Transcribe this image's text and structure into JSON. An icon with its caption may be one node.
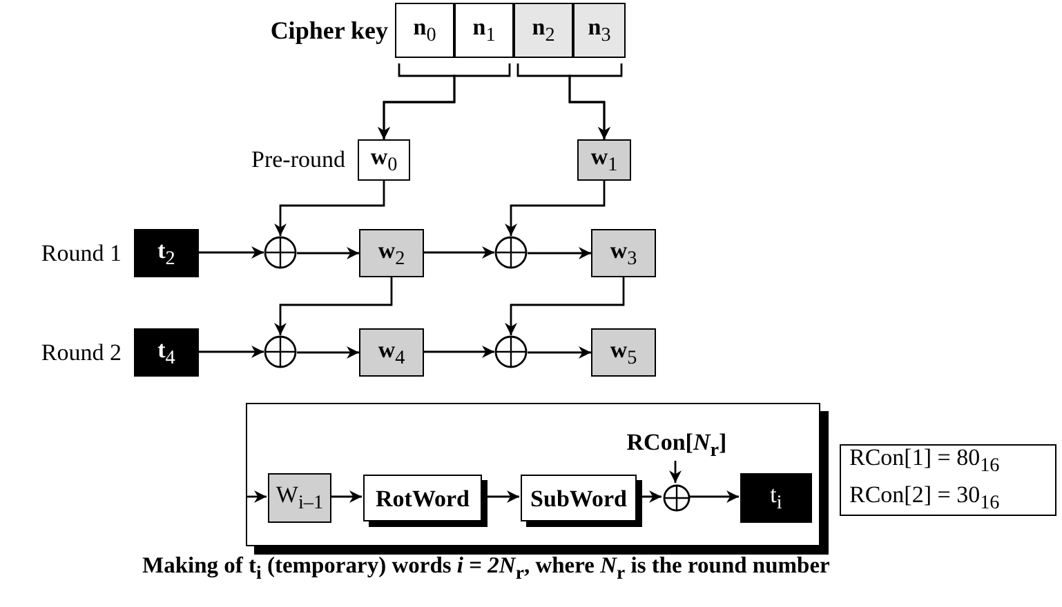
{
  "diagram": {
    "caption": "Making of t$_{i}$ (temporary) words *i* = *2N*$_{r}$, where *N*$_{r}$ is the round number",
    "nodes": [
      {
        "text": [
          "Cipher key"
        ]
      },
      {
        "text": [
          "**n**$_{0}$"
        ],
        "in": 0
      },
      {
        "text": [
          "**n**$_{1}$"
        ],
        "in": 0
      },
      {
        "text": [
          "**n**$_{2}$"
        ],
        "in": 0
      },
      {
        "text": [
          "**n**$_{3}$"
        ],
        "in": 0
      },
      {
        "text": [
          "**w**$_{0}$"
        ],
        "beside": [
          "Pre-round"
        ]
      },
      {
        "text": [
          "**w**$_{1}$"
        ]
      },
      {
        "text": [
          "**t**$_{2}$"
        ],
        "beside": [
          "Round 1"
        ]
      },
      {
        "text": [],
        "shape": "circle"
      },
      {
        "text": [
          "**w**$_{2}$"
        ]
      },
      {
        "text": [],
        "shape": "circle"
      },
      {
        "text": [
          "**w**$_{3}$"
        ]
      },
      {
        "text": [
          "**t**$_{4}$"
        ],
        "beside": [
          "Round 2"
        ]
      },
      {
        "text": [],
        "shape": "circle"
      },
      {
        "text": [
          "**w**$_{4}$"
        ]
      },
      {
        "text": [],
        "shape": "circle"
      },
      {
        "text": [
          "**w**$_{5}$"
        ]
      },
      {
        "text": [],
        "shape": "box"
      },
      {
        "text": [
          "W$_{i–1}$"
        ],
        "in": 17
      },
      {
        "text": [
          "RotWord"
        ],
        "in": 17
      },
      {
        "text": [
          "SubWord"
        ],
        "in": 17
      },
      {
        "text": [],
        "shape": "circle",
        "in": 17
      },
      {
        "text": [
          "t$_{i}$"
        ],
        "in": 17
      },
      {
        "text": [
          "RCon[*N*$_{r}$]"
        ],
        "in": 17
      },
      {
        "text": [
          "RCon[1] = 80$_{16}$",
          "RCon[2] = 30$_{16}$"
        ]
      }
    ],
    "edges": [
      {
        "from": 1,
        "to": 5,
        "arrow": "to"
      },
      {
        "from": 2,
        "to": 5,
        "arrow": "to"
      },
      {
        "from": 3,
        "to": 6,
        "arrow": "to"
      },
      {
        "from": 4,
        "to": 6,
        "arrow": "to"
      },
      {
        "from": 5,
        "to": 8,
        "arrow": "to"
      },
      {
        "from": 7,
        "to": 8,
        "arrow": "to"
      },
      {
        "from": 8,
        "to": 9,
        "arrow": "to"
      },
      {
        "from": 6,
        "to": 10,
        "arrow": "to"
      },
      {
        "from": 9,
        "to": 10,
        "arrow": "to"
      },
      {
        "from": 10,
        "to": 11,
        "arrow": "to"
      },
      {
        "from": 9,
        "to": 13,
        "arrow": "to"
      },
      {
        "from": 12,
        "to": 13,
        "arrow": "to"
      },
      {
        "from": 13,
        "to": 14,
        "arrow": "to"
      },
      {
        "from": 11,
        "to": 15,
        "arrow": "to"
      },
      {
        "from": 14,
        "to": 15,
        "arrow": "to"
      },
      {
        "from": 15,
        "to": 16,
        "arrow": "to"
      },
      {
        "from": null,
        "to": 18,
        "arrow": "to"
      },
      {
        "from": 18,
        "to": 19,
        "arrow": "to"
      },
      {
        "from": 19,
        "to": 20,
        "arrow": "to"
      },
      {
        "from": 20,
        "to": 21,
        "arrow": "to"
      },
      {
        "from": 23,
        "to": 21,
        "arrow": "to"
      },
      {
        "from": 21,
        "to": 22,
        "arrow": "to"
      }
    ]
  }
}
